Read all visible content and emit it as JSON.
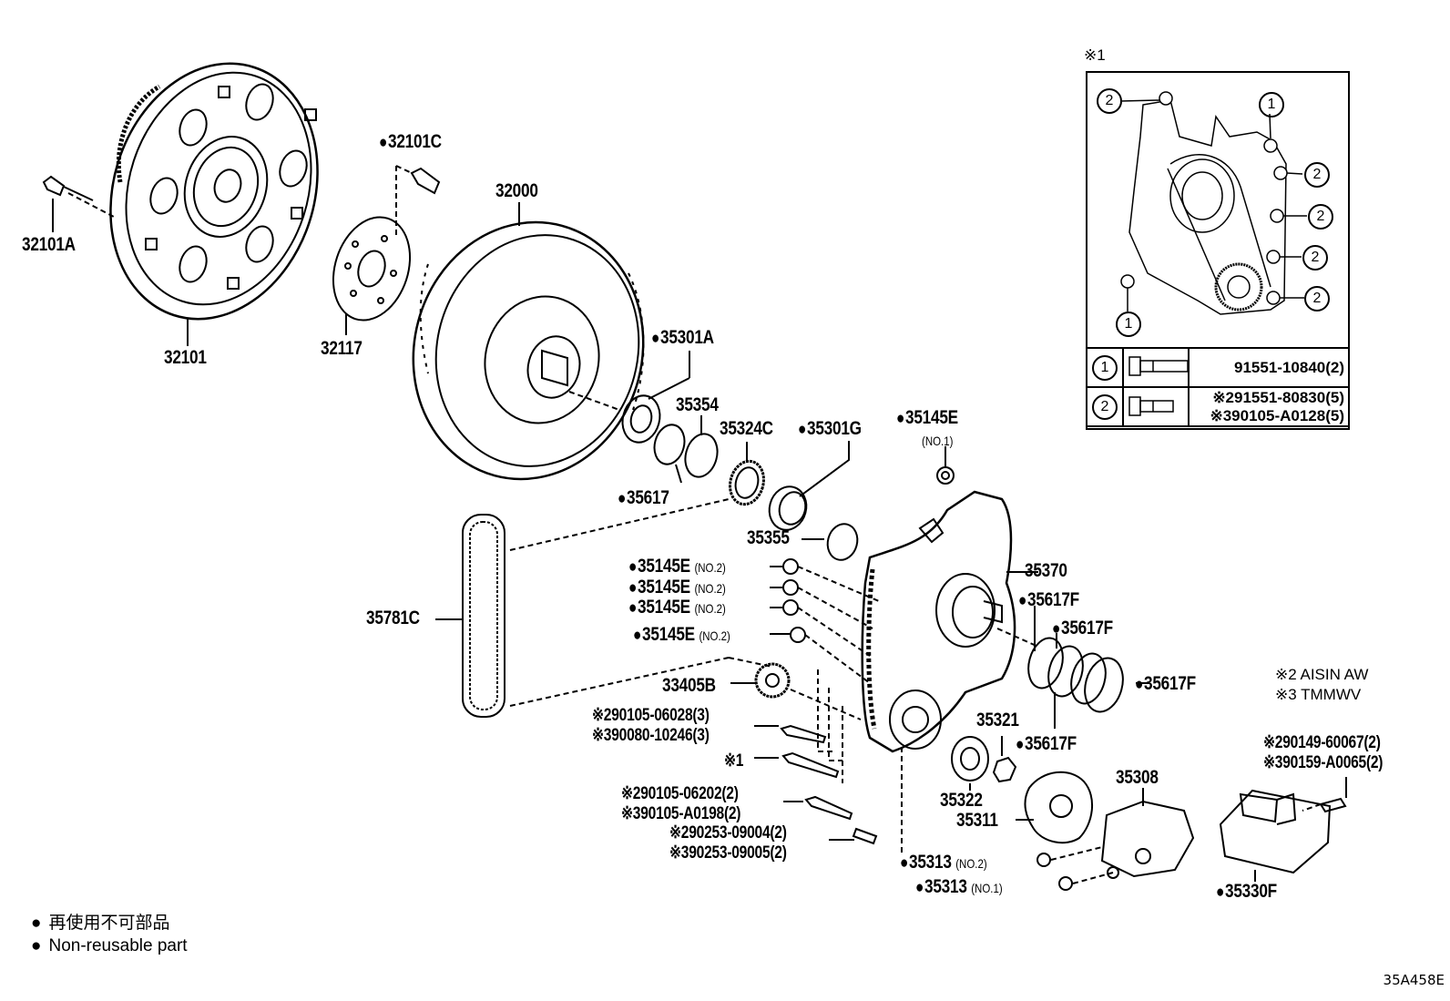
{
  "labels": {
    "p32101A": "32101A",
    "p32101": "32101",
    "p32101C": "32101C",
    "p32117": "32117",
    "p32000": "32000",
    "p35301A": "35301A",
    "p35354": "35354",
    "p35324C": "35324C",
    "p35301G": "35301G",
    "p35145E_no1": "35145E",
    "no1": "(NO.1)",
    "p35617_a": "35617",
    "p35355": "35355",
    "p35781C": "35781C",
    "p35145E_no2_a": "35145E",
    "p35145E_no2_b": "35145E",
    "p35145E_no2_c": "35145E",
    "p35145E_no2_d": "35145E",
    "no2": "(NO.2)",
    "p35370": "35370",
    "p35617F_a": "35617F",
    "p35617F_b": "35617F",
    "p35617F_c": "35617F",
    "p35617F_d": "35617F",
    "p33405B": "33405B",
    "p35321": "35321",
    "p35322": "35322",
    "p35311": "35311",
    "p35308": "35308",
    "p35313_no2": "35313",
    "p35313_no1": "35313",
    "p35330F": "35330F"
  },
  "bolts": {
    "b1": "※290105-06028(3)",
    "b2": "※390080-10246(3)",
    "b3": "※1",
    "b4": "※290105-06202(2)",
    "b5": "※390105-A0198(2)",
    "b6": "※290253-09004(2)",
    "b7": "※390253-09005(2)",
    "b8": "※290149-60067(2)",
    "b9": "※390159-A0065(2)"
  },
  "makers": {
    "m2": "※2 AISIN AW",
    "m3": "※3 TMMWV"
  },
  "inset": {
    "title": "※1",
    "callout1": "1",
    "callout2": "2",
    "row1_num": "1",
    "row1_part": "91551-10840(2)",
    "row2_num": "2",
    "row2_part_a": "※291551-80830(5)",
    "row2_part_b": "※390105-A0128(5)"
  },
  "legend": {
    "jp": "再使用不可部品",
    "en": "Non-reusable part"
  },
  "drawing_code": "35A458E"
}
